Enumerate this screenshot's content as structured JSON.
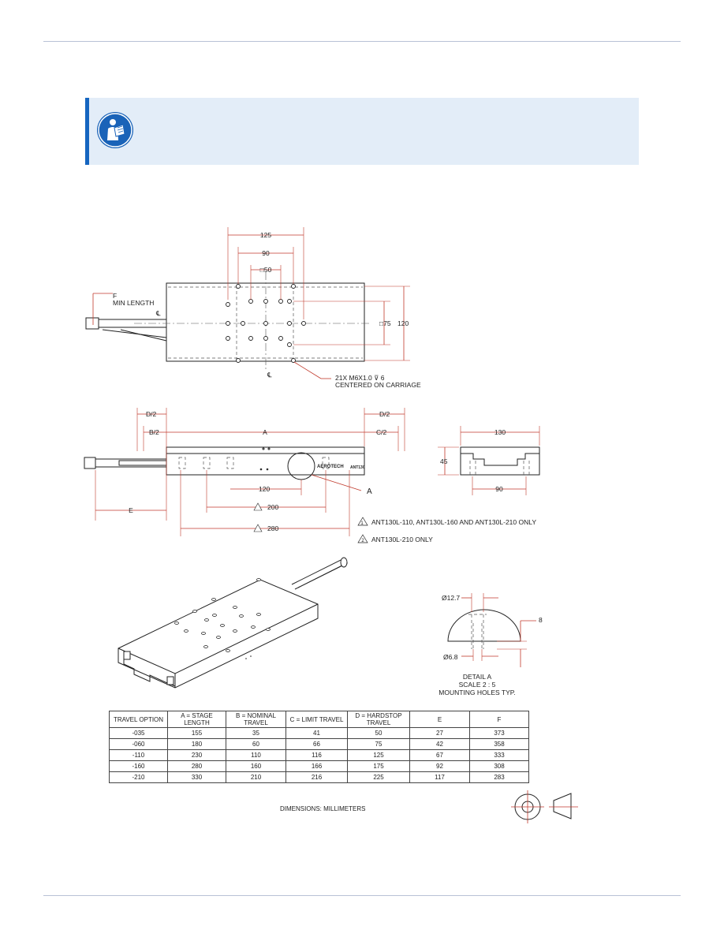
{
  "drawing": {
    "top_view": {
      "dim_125": "125",
      "dim_90": "90",
      "dim_50": "□50",
      "dim_75": "□75",
      "dim_120": "120",
      "f_label": "F",
      "f_min_length": "MIN LENGTH",
      "centerline": "℄",
      "hole_note_line1": "21X M6X1.0 ⊽ 6",
      "hole_note_line2": "CENTERED ON CARRIAGE"
    },
    "side_view": {
      "d2_left": "D/2",
      "b2": "B/2",
      "a": "A",
      "d2_right": "D/2",
      "c2": "C/2",
      "dim_120": "120",
      "dim_200": "200",
      "dim_280": "280",
      "e": "E",
      "detail_a": "A",
      "brand": "AEROTECH",
      "model": "ANT130",
      "note1_num": "1",
      "note1": "ANT130L-110, ANT130L-160 AND ANT130L-210 ONLY",
      "note2_num": "2",
      "note2": "ANT130L-210 ONLY"
    },
    "end_view": {
      "dim_130": "130",
      "dim_45": "45",
      "dim_90": "90"
    },
    "detail": {
      "dia_12_7": "Ø12.7",
      "dia_6_8": "Ø6.8",
      "depth_8": "8",
      "line1": "DETAIL A",
      "line2": "SCALE 2 : 5",
      "line3": "MOUNTING HOLES TYP."
    }
  },
  "table": {
    "headers": [
      "TRAVEL OPTION",
      "A = STAGE LENGTH",
      "B = NOMINAL TRAVEL",
      "C = LIMIT TRAVEL",
      "D = HARDSTOP TRAVEL",
      "E",
      "F"
    ],
    "rows": [
      [
        "-035",
        "155",
        "35",
        "41",
        "50",
        "27",
        "373"
      ],
      [
        "-060",
        "180",
        "60",
        "66",
        "75",
        "42",
        "358"
      ],
      [
        "-110",
        "230",
        "110",
        "116",
        "125",
        "67",
        "333"
      ],
      [
        "-160",
        "280",
        "160",
        "166",
        "175",
        "92",
        "308"
      ],
      [
        "-210",
        "330",
        "210",
        "216",
        "225",
        "117",
        "283"
      ]
    ]
  },
  "dimensions_note": "DIMENSIONS:  MILLIMETERS",
  "colors": {
    "accent": "#1565c0",
    "callout_bg": "#e3edf8",
    "dimension": "#c0392b"
  },
  "icons": [
    "read-manual-icon",
    "third-angle-projection-icon"
  ]
}
